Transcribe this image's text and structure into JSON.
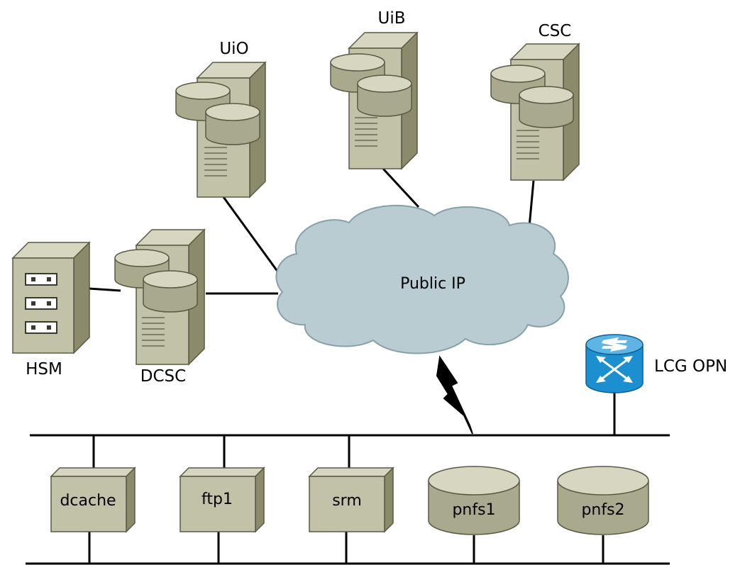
{
  "colors": {
    "server_front": "#c2c2a8",
    "server_side": "#8b8b6b",
    "server_top": "#d7d7c1",
    "cloud_fill": "#b8ccd2",
    "router_blue": "#1b8fd0",
    "line": "#000000",
    "background": "#ffffff"
  },
  "labels": {
    "uio": "UiO",
    "uib": "UiB",
    "csc": "CSC",
    "hsm": "HSM",
    "dcsc": "DCSC",
    "cloud": "Public IP",
    "router": "LCG OPN"
  },
  "nodes": {
    "dcache": "dcache",
    "ftp1": "ftp1",
    "srm": "srm",
    "pnfs1": "pnfs1",
    "pnfs2": "pnfs2"
  },
  "icons": {
    "tower_server": "server-tower-icon",
    "disk": "disk-cylinder-icon",
    "tape": "tape-library-icon",
    "cloud": "network-cloud-icon",
    "router": "router-icon",
    "link": "lightning-link-icon"
  }
}
